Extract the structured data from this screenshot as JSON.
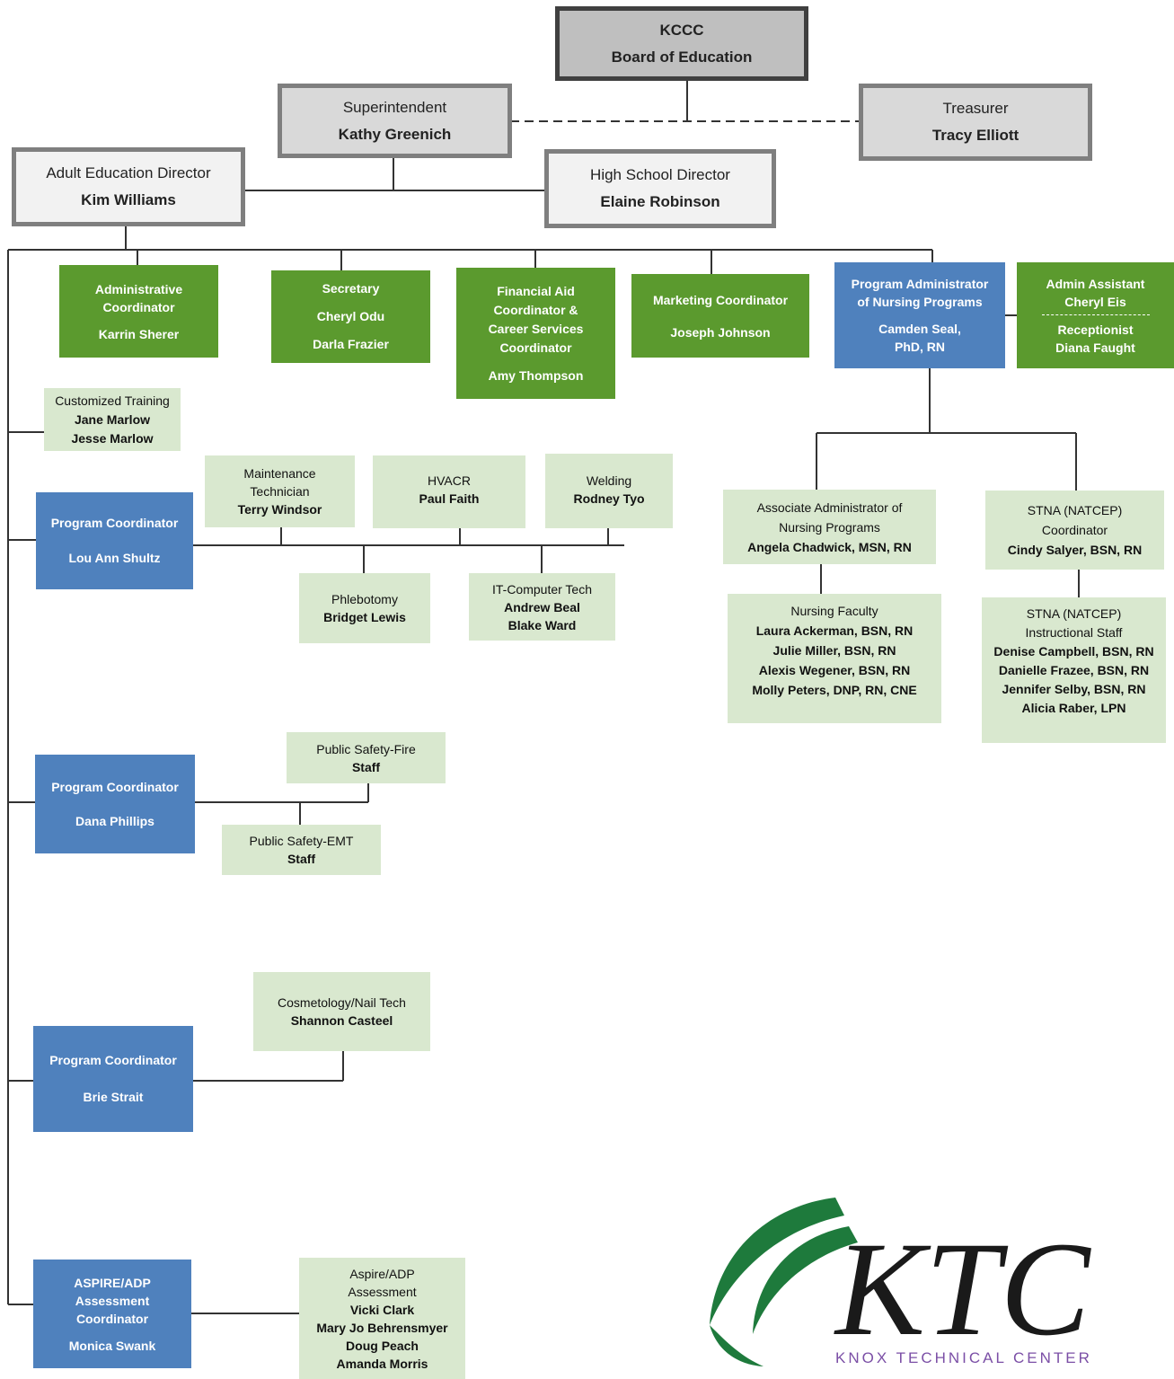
{
  "board": {
    "line1": "KCCC",
    "line2": "Board of Education"
  },
  "superintendent": {
    "title": "Superintendent",
    "name": "Kathy Greenich"
  },
  "treasurer": {
    "title": "Treasurer",
    "name": "Tracy Elliott"
  },
  "adult_ed": {
    "title": "Adult Education Director",
    "name": "Kim Williams"
  },
  "high_school": {
    "title": "High School Director",
    "name": "Elaine Robinson"
  },
  "admin_coord": {
    "l1": "Administrative",
    "l2": "Coordinator",
    "name": "Karrin Sherer"
  },
  "secretary": {
    "title": "Secretary",
    "name1": "Cheryl Odu",
    "name2": "Darla Frazier"
  },
  "fin_aid": {
    "l1": "Financial Aid",
    "l2": "Coordinator &",
    "l3": "Career Services",
    "l4": "Coordinator",
    "name": "Amy Thompson"
  },
  "marketing": {
    "title": "Marketing Coordinator",
    "name": "Joseph Johnson"
  },
  "nursing_admin": {
    "l1": "Program Administrator",
    "l2": "of Nursing Programs",
    "name1": "Camden Seal,",
    "name2": "PhD, RN"
  },
  "admin_assist": {
    "title": "Admin Assistant",
    "name": "Cheryl Eis",
    "title2": "Receptionist",
    "name2": "Diana Faught"
  },
  "custom_training": {
    "title": "Customized Training",
    "name1": "Jane Marlow",
    "name2": "Jesse Marlow"
  },
  "pc1": {
    "title": "Program Coordinator",
    "name": "Lou Ann Shultz"
  },
  "maintenance": {
    "l1": "Maintenance",
    "l2": "Technician",
    "name": "Terry Windsor"
  },
  "hvacr": {
    "title": "HVACR",
    "name": "Paul Faith"
  },
  "welding": {
    "title": "Welding",
    "name": "Rodney Tyo"
  },
  "phlebotomy": {
    "title": "Phlebotomy",
    "name": "Bridget Lewis"
  },
  "it_tech": {
    "title": "IT-Computer Tech",
    "name1": "Andrew Beal",
    "name2": "Blake Ward"
  },
  "assoc_admin": {
    "l1": "Associate Administrator of",
    "l2": "Nursing Programs",
    "name": "Angela Chadwick, MSN, RN"
  },
  "stna_coord": {
    "l1": "STNA (NATCEP)",
    "l2": "Coordinator",
    "name": "Cindy Salyer, BSN, RN"
  },
  "nursing_faculty": {
    "title": "Nursing Faculty",
    "names": [
      "Laura Ackerman, BSN, RN",
      "Julie Miller, BSN, RN",
      "Alexis Wegener, BSN, RN",
      "Molly Peters, DNP, RN, CNE"
    ]
  },
  "stna_staff": {
    "l1": "STNA (NATCEP)",
    "l2": "Instructional Staff",
    "names": [
      "Denise Campbell, BSN, RN",
      "Danielle Frazee, BSN, RN",
      "Jennifer Selby, BSN, RN",
      "Alicia  Raber, LPN"
    ]
  },
  "pc2": {
    "title": "Program Coordinator",
    "name": "Dana Phillips"
  },
  "fire": {
    "title": "Public Safety-Fire",
    "name": "Staff"
  },
  "emt": {
    "title": "Public Safety-EMT",
    "name": "Staff"
  },
  "pc3": {
    "title": "Program Coordinator",
    "name": "Brie Strait"
  },
  "cosmetology": {
    "title": "Cosmetology/Nail Tech",
    "name": "Shannon Casteel"
  },
  "aspire": {
    "l1": "ASPIRE/ADP",
    "l2": "Assessment",
    "l3": "Coordinator",
    "name": "Monica Swank"
  },
  "aspire_staff": {
    "l1": "Aspire/ADP",
    "l2": "Assessment",
    "names": [
      "Vicki Clark",
      "Mary Jo Behrensmyer",
      "Doug Peach",
      "Amanda Morris"
    ]
  },
  "logo": {
    "letters": "KTC",
    "subtitle": "KNOX TECHNICAL CENTER",
    "color_green": "#1e7a3c",
    "color_purple": "#7b4fa6",
    "color_black": "#1a1a1a"
  },
  "colors": {
    "green": "#5b9a2e",
    "blue": "#4f81bd",
    "pale": "#d9e8cf",
    "gray": "#d9d9d9"
  }
}
